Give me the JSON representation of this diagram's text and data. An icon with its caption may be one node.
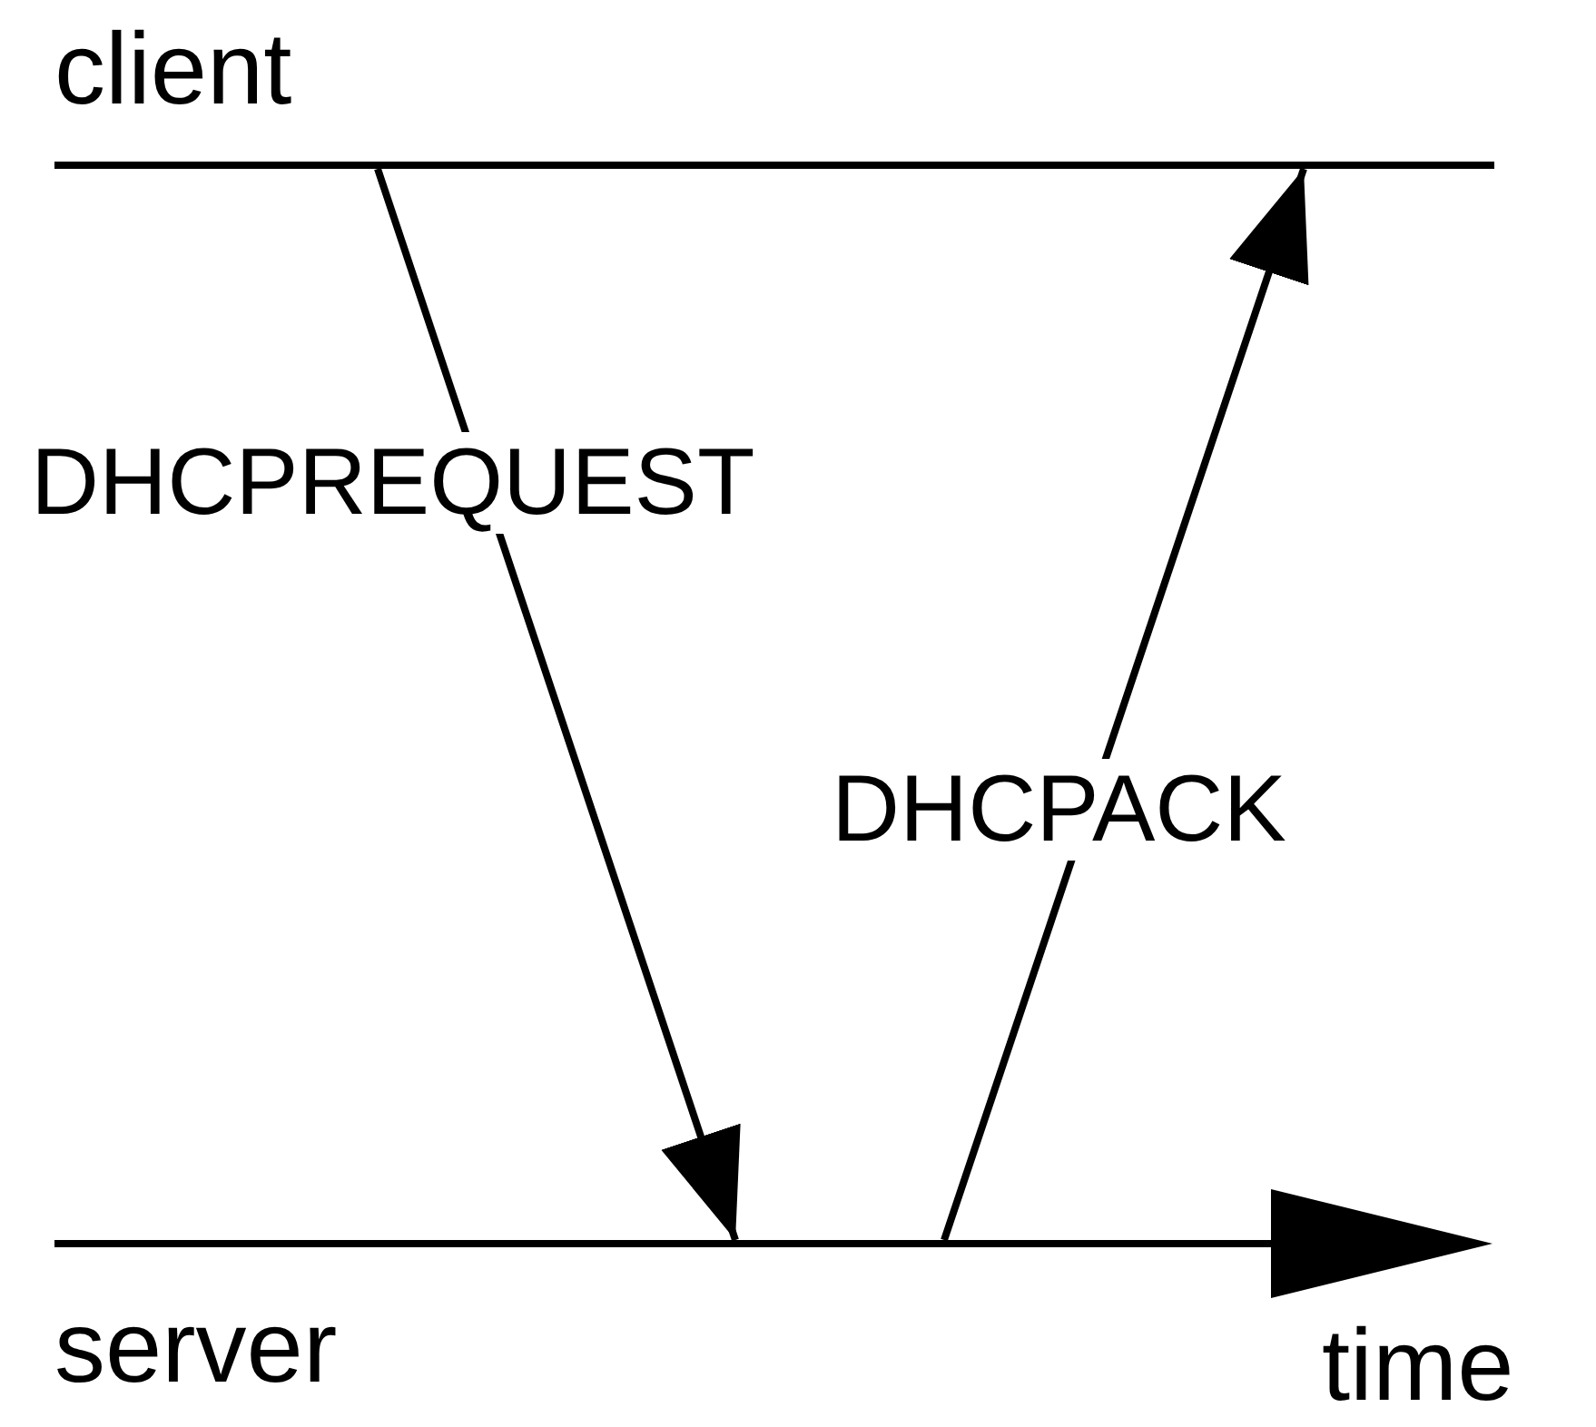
{
  "diagram": {
    "nodes": [
      {
        "text": [
          "client"
        ]
      },
      {
        "text": [
          "server"
        ]
      }
    ],
    "edges": [
      {
        "from": 0,
        "to": 1,
        "arrow": "to",
        "label": "DHCPREQUEST"
      },
      {
        "from": 1,
        "to": 0,
        "arrow": "to",
        "label": "DHCPACK"
      }
    ],
    "labels": [
      "time"
    ]
  }
}
